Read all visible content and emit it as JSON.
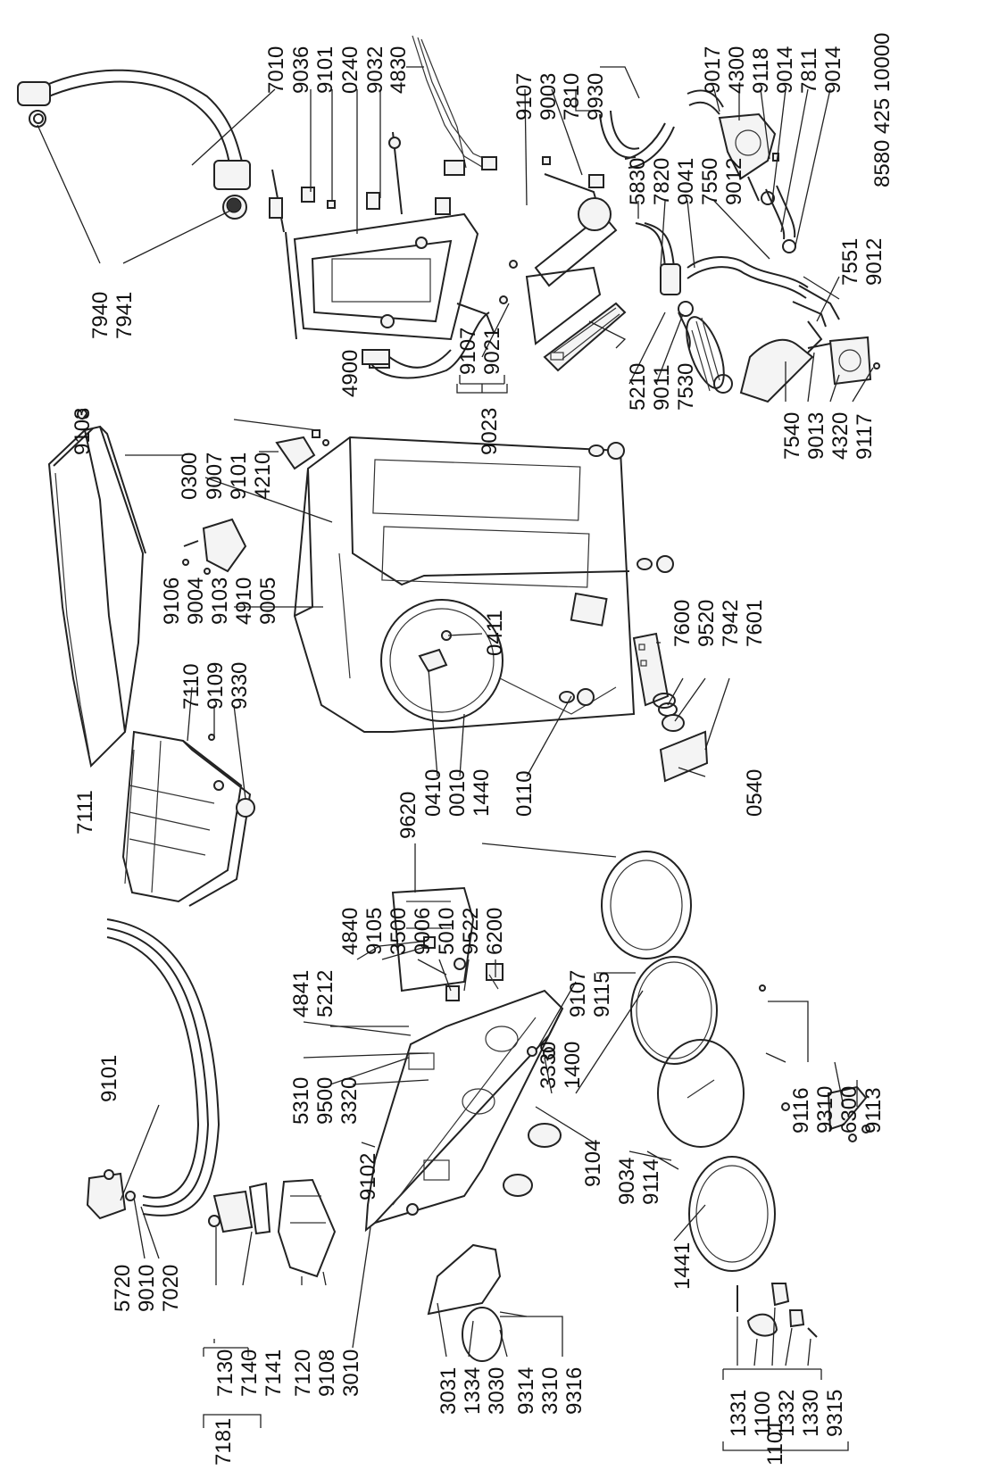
{
  "labels": {
    "l7010": "7010",
    "l9036": "9036",
    "l9101a": "9101",
    "l0240": "0240",
    "l9032": "9032",
    "l4830": "4830",
    "l9107a": "9107",
    "l9003": "9003",
    "l7810": "7810",
    "l9930": "9930",
    "l9017": "9017",
    "l4300": "4300",
    "l9118": "9118",
    "l9014a": "9014",
    "l7811": "7811",
    "l9014b": "9014",
    "lref": "8580 425 10000",
    "l7940": "7940",
    "l7941": "7941",
    "l4900": "4900",
    "l9107b": "9107",
    "l9021": "9021",
    "l9023": "9023",
    "l5830": "5830",
    "l7820": "7820",
    "l9041": "9041",
    "l7550": "7550",
    "l9012a": "9012",
    "l7551": "7551",
    "l9012b": "9012",
    "l5210": "5210",
    "l9011": "9011",
    "l7530": "7530",
    "l7540": "7540",
    "l9013": "9013",
    "l4320": "4320",
    "l9117": "9117",
    "l9103a": "9103",
    "l0300": "0300",
    "l9007": "9007",
    "l9101b": "9101",
    "l4210": "4210",
    "l9106": "9106",
    "l9004": "9004",
    "l9103b": "9103",
    "l4910": "4910",
    "l9005": "9005",
    "l0411": "0411",
    "l7600": "7600",
    "l9520": "9520",
    "l7942": "7942",
    "l7601": "7601",
    "l7110": "7110",
    "l9109": "9109",
    "l9330": "9330",
    "l7111": "7111",
    "l9620": "9620",
    "l0410": "0410",
    "l0010": "0010",
    "l1440": "1440",
    "l0110": "0110",
    "l0540": "0540",
    "l4840": "4840",
    "l9105": "9105",
    "l3500": "3500",
    "l9006": "9006",
    "l5010": "5010",
    "l9522": "9522",
    "l6200": "6200",
    "l9107c": "9107",
    "l9115": "9115",
    "l4841": "4841",
    "l5212": "5212",
    "l9101c": "9101",
    "l5310": "5310",
    "l9500": "9500",
    "l3320": "3320",
    "l3330": "3330",
    "l1400": "1400",
    "l9116": "9116",
    "l9310": "9310",
    "l6300": "6300",
    "l9113": "9113",
    "l9104": "9104",
    "l9034": "9034",
    "l9114": "9114",
    "l5720": "5720",
    "l9010": "9010",
    "l7020": "7020",
    "l9102": "9102",
    "l1441": "1441",
    "l7130": "7130",
    "l7140": "7140",
    "l7181": "7181",
    "l7141": "7141",
    "l7120": "7120",
    "l9108": "9108",
    "l3010": "3010",
    "l3031": "3031",
    "l1334": "1334",
    "l3030": "3030",
    "l9314": "9314",
    "l3310": "3310",
    "l9316": "9316",
    "l1331": "1331",
    "l1100": "1100",
    "l1332": "1332",
    "l1330": "1330",
    "l9315": "9315",
    "l1101": "1101"
  }
}
